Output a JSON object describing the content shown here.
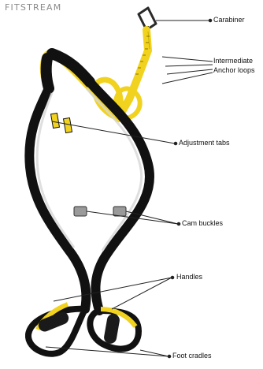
{
  "brand": {
    "name": "FITSTREAM"
  },
  "colors": {
    "strap_black": "#111111",
    "strap_yellow": "#f1d21f",
    "handle_foam": "#1a1a1a",
    "buckle_metal": "#9a9a9a",
    "leader_line": "#222222"
  },
  "diagram": {
    "subject": "suspension training strap",
    "labels": {
      "carabiner": "Carabiner",
      "intermediate": "Intermediate",
      "anchor_loops": "Anchor loops",
      "adjustment_tabs": "Adjustment tabs",
      "cam_buckles": "Cam buckles",
      "handles": "Handles",
      "foot_cradles": "Foot cradles"
    }
  }
}
